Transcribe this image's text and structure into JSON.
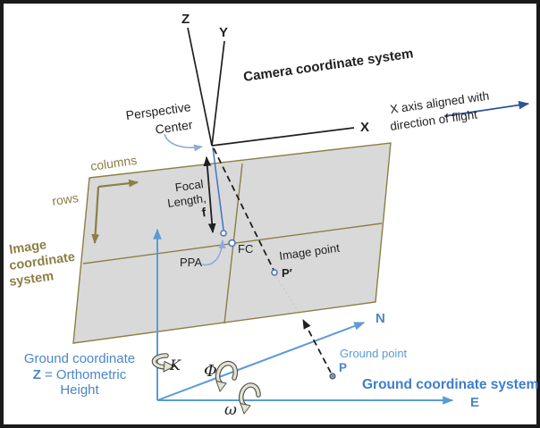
{
  "camera": {
    "title": "Camera coordinate system",
    "axis_z": "Z",
    "axis_y": "Y",
    "axis_x": "X",
    "perspective_center_line1": "Perspective",
    "perspective_center_line2": "Center",
    "flight_line1": "X axis aligned with",
    "flight_line2": "direction of flight"
  },
  "image_plane": {
    "system_line1": "Image",
    "system_line2": "coordinate",
    "system_line3": "system",
    "columns_label": "columns",
    "rows_label": "rows",
    "focal_line1": "Focal",
    "focal_line2": "Length,",
    "focal_line3": "f",
    "ppa_label": "PPA",
    "fc_label": "FC",
    "image_point_label": "Image point",
    "image_point_symbol": "P′"
  },
  "ground": {
    "title": "Ground coordinate system",
    "axis_n": "N",
    "axis_e": "E",
    "caption_line1": "Ground coordinate",
    "caption_line2_bold": "Z",
    "caption_line2_rest": "= Orthometric",
    "caption_line3": "Height",
    "ground_point_label": "Ground point",
    "ground_point_symbol": "P",
    "kappa_symbol": "K",
    "phi_symbol": "Φ",
    "omega_symbol": "ω"
  },
  "colors": {
    "plane_fill": "#d9d9d9",
    "olive_lines": "#8c7e45",
    "camera_black": "#1f1f1f",
    "ground_axis_blue": "#5b9bd5",
    "ground_text_blue": "#4a86c8",
    "flight_arrow_navy": "#2e5597",
    "annotation_arrow_lightblue": "#8faadc",
    "point_marker_blue": "#4472c4"
  }
}
